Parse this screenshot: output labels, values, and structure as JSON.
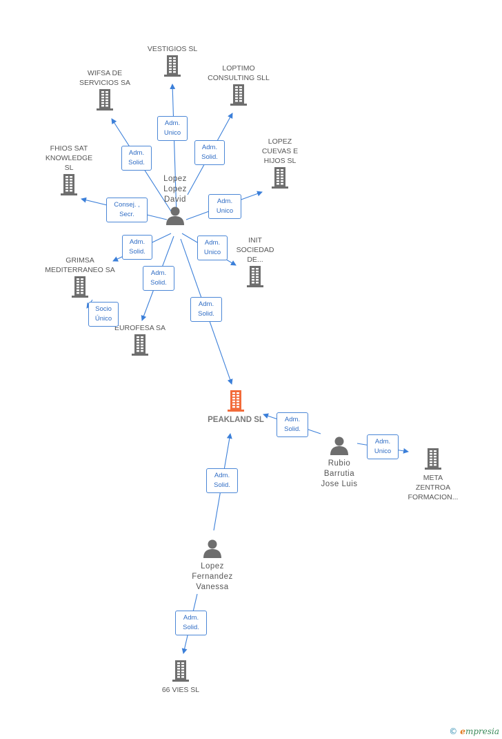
{
  "nodes": {
    "vestigios": {
      "label": "VESTIGIOS SL",
      "type": "company"
    },
    "loptimo": {
      "label": "LOPTIMO\nCONSULTING SLL",
      "type": "company"
    },
    "wifsa": {
      "label": "WIFSA DE\nSERVICIOS SA",
      "type": "company"
    },
    "fhios": {
      "label": "FHIOS SAT\nKNOWLEDGE\nSL",
      "type": "company"
    },
    "lopezcuevas": {
      "label": "LOPEZ\nCUEVAS E\nHIJOS SL",
      "type": "company"
    },
    "init": {
      "label": "INIT\nSOCIEDAD\nDE...",
      "type": "company"
    },
    "grimsa": {
      "label": "GRIMSA\nMEDITERRANEO SA",
      "type": "company"
    },
    "eurofesa": {
      "label": "EUROFESA SA",
      "type": "company"
    },
    "peakland": {
      "label": "PEAKLAND SL",
      "type": "main"
    },
    "meta": {
      "label": "META\nZENTROA\nFORMACION...",
      "type": "company"
    },
    "vies": {
      "label": "66 VIES SL",
      "type": "company"
    },
    "lopezdavid": {
      "label": "Lopez\nLopez\nDavid",
      "type": "person"
    },
    "rubio": {
      "label": "Rubio\nBarrutia\nJose Luis",
      "type": "person"
    },
    "vanessa": {
      "label": "Lopez\nFernandez\nVanessa",
      "type": "person"
    }
  },
  "relations": [
    {
      "id": "r1",
      "label": "Adm.\nUnico"
    },
    {
      "id": "r2",
      "label": "Adm.\nSolid."
    },
    {
      "id": "r3",
      "label": "Adm.\nSolid."
    },
    {
      "id": "r4",
      "label": "Consej. ,\nSecr."
    },
    {
      "id": "r5",
      "label": "Adm.\nUnico"
    },
    {
      "id": "r6",
      "label": "Adm.\nUnico"
    },
    {
      "id": "r7",
      "label": "Adm.\nSolid."
    },
    {
      "id": "r8",
      "label": "Socio\nÚnico"
    },
    {
      "id": "r9",
      "label": "Adm.\nSolid."
    },
    {
      "id": "r10",
      "label": "Adm.\nSolid."
    },
    {
      "id": "r11",
      "label": "Adm.\nSolid."
    },
    {
      "id": "r12",
      "label": "Adm.\nUnico"
    },
    {
      "id": "r13",
      "label": "Adm.\nSolid."
    },
    {
      "id": "r14",
      "label": "Adm.\nSolid."
    }
  ],
  "colors": {
    "edge": "#3b7fd9",
    "company": "#6e6e6e",
    "main": "#f26b3a",
    "person": "#6e6e6e"
  },
  "brand": {
    "copyright": "©",
    "initial": "e",
    "rest": "mpresia"
  }
}
